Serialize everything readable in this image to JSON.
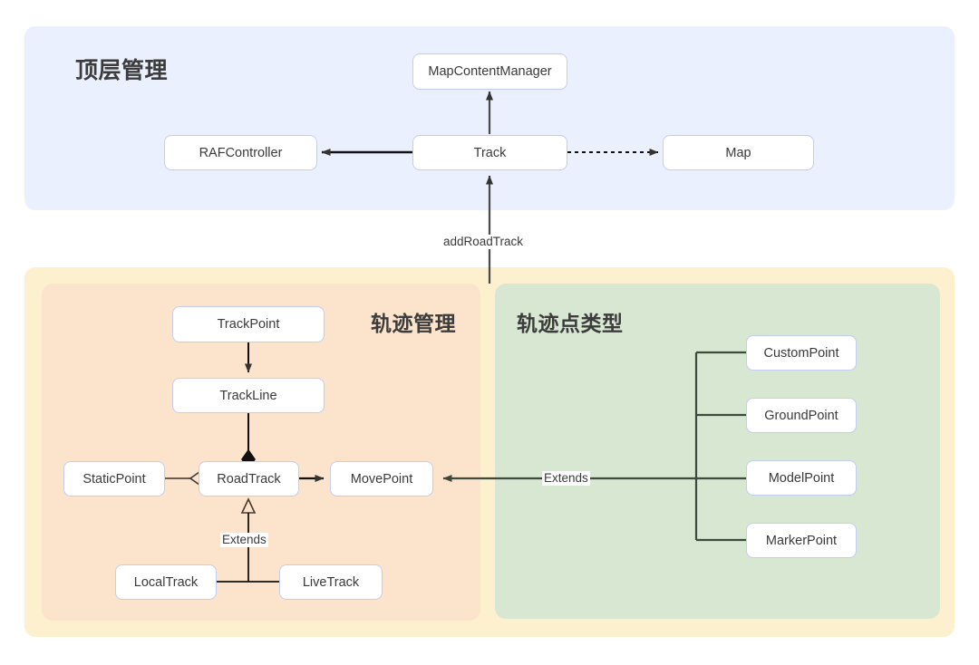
{
  "diagram": {
    "title_top": "顶层管理",
    "groups": [
      {
        "id": "top",
        "label": "顶层管理",
        "color": "#eaf0fd"
      },
      {
        "id": "outer",
        "label": "",
        "color": "#fdf0ce"
      },
      {
        "id": "track",
        "label": "轨迹管理",
        "color": "#fce3cb"
      },
      {
        "id": "points",
        "label": "轨迹点类型",
        "color": "#d7e7d1"
      }
    ],
    "nodes": {
      "map_content_manager": "MapContentManager",
      "raf_controller": "RAFController",
      "track": "Track",
      "map": "Map",
      "track_point": "TrackPoint",
      "track_line": "TrackLine",
      "static_point": "StaticPoint",
      "road_track": "RoadTrack",
      "move_point": "MovePoint",
      "local_track": "LocalTrack",
      "live_track": "LiveTrack",
      "custom_point": "CustomPoint",
      "ground_point": "GroundPoint",
      "model_point": "ModelPoint",
      "marker_point": "MarkerPoint"
    },
    "edge_labels": {
      "add_road_track": "addRoadTrack",
      "extends_track": "Extends",
      "extends_points": "Extends"
    },
    "edges": [
      {
        "from": "track",
        "to": "map_content_manager",
        "type": "arrow-solid"
      },
      {
        "from": "track",
        "to": "raf_controller",
        "type": "arrow-solid"
      },
      {
        "from": "track",
        "to": "map",
        "type": "arrow-dotted"
      },
      {
        "from": "road_track",
        "to": "track",
        "type": "arrow-solid",
        "label": "addRoadTrack"
      },
      {
        "from": "track_point",
        "to": "track_line",
        "type": "arrow-solid"
      },
      {
        "from": "track_line",
        "to": "road_track",
        "type": "composition-diamond-filled"
      },
      {
        "from": "static_point",
        "to": "road_track",
        "type": "aggregation-diamond-hollow"
      },
      {
        "from": "road_track",
        "to": "move_point",
        "type": "arrow-solid"
      },
      {
        "from": "local_track",
        "to": "road_track",
        "type": "inheritance-triangle-hollow",
        "label": "Extends"
      },
      {
        "from": "live_track",
        "to": "road_track",
        "type": "inheritance-triangle-hollow",
        "label": "Extends"
      },
      {
        "from": "custom_point",
        "to": "move_point",
        "type": "arrow-solid",
        "label": "Extends"
      },
      {
        "from": "ground_point",
        "to": "move_point",
        "type": "arrow-solid",
        "label": "Extends"
      },
      {
        "from": "model_point",
        "to": "move_point",
        "type": "arrow-solid",
        "label": "Extends"
      },
      {
        "from": "marker_point",
        "to": "move_point",
        "type": "arrow-solid",
        "label": "Extends"
      }
    ],
    "colors": {
      "node_fill": "#ffffff",
      "node_border": "#c3cdf2",
      "text": "#3a3a3a",
      "wire_dark": "#333333",
      "wire_green": "#3d4a3d"
    }
  }
}
